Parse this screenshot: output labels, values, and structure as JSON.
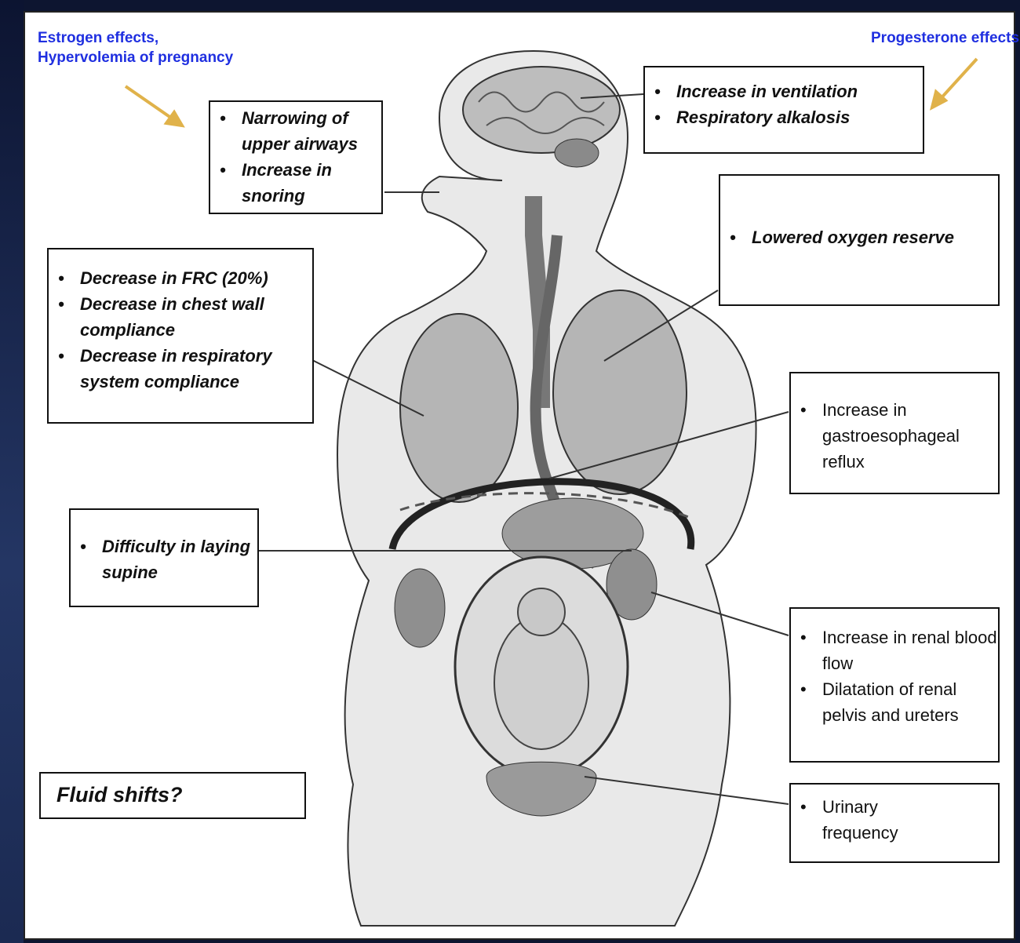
{
  "headers": {
    "estrogen_line1": "Estrogen effects,",
    "estrogen_line2": "Hypervolemia of pregnancy",
    "progesterone": "Progesterone effects"
  },
  "boxes": {
    "ventilation": [
      "Increase in ventilation",
      "Respiratory alkalosis"
    ],
    "airways": [
      "Narrowing of upper airways",
      "Increase in snoring"
    ],
    "oxygen": [
      "Lowered oxygen reserve"
    ],
    "frc": [
      "Decrease in FRC (20%)",
      "Decrease in chest wall compliance",
      "Decrease in respiratory system compliance"
    ],
    "reflux": [
      "Increase in gastroesophageal reflux"
    ],
    "supine": [
      "Difficulty in laying supine"
    ],
    "renal": [
      "Increase in renal blood flow",
      "Dilatation of renal pelvis and ureters"
    ],
    "urinary": [
      "Urinary frequency"
    ]
  },
  "fluid_shifts": "Fluid shifts?",
  "colors": {
    "header_blue": "#1f2fe0",
    "arrow_gold": "#e0b24a",
    "background": "#0d1530"
  }
}
